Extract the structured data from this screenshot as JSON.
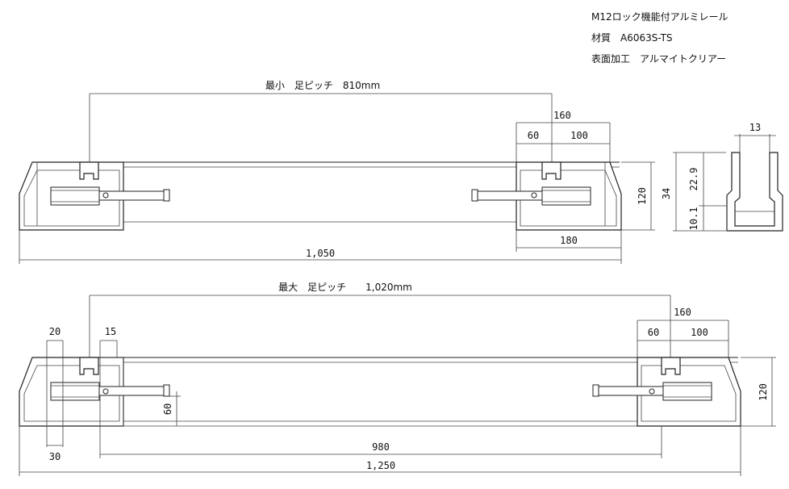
{
  "notes": {
    "product": "M12ロック機能付アルミレール",
    "material": "材質　A6063S-TS",
    "finish": "表面加工　アルマイトクリアー"
  },
  "top_view": {
    "pitch_label": "最小　足ピッチ　810mm",
    "dim_160": "160",
    "dim_60": "60",
    "dim_100": "100",
    "dim_120": "120",
    "dim_180": "180",
    "dim_total": "1,050"
  },
  "profile": {
    "dim_width": "13",
    "dim_height": "34",
    "dim_upper": "22.9",
    "dim_lower": "10.1"
  },
  "bottom_view": {
    "pitch_label": "最大　足ピッチ　　1,020mm",
    "dim_160": "160",
    "dim_60": "60",
    "dim_100": "100",
    "dim_20": "20",
    "dim_15": "15",
    "dim_120": "120",
    "dim_60v": "60",
    "dim_30": "30",
    "dim_980": "980",
    "dim_total": "1,250"
  }
}
